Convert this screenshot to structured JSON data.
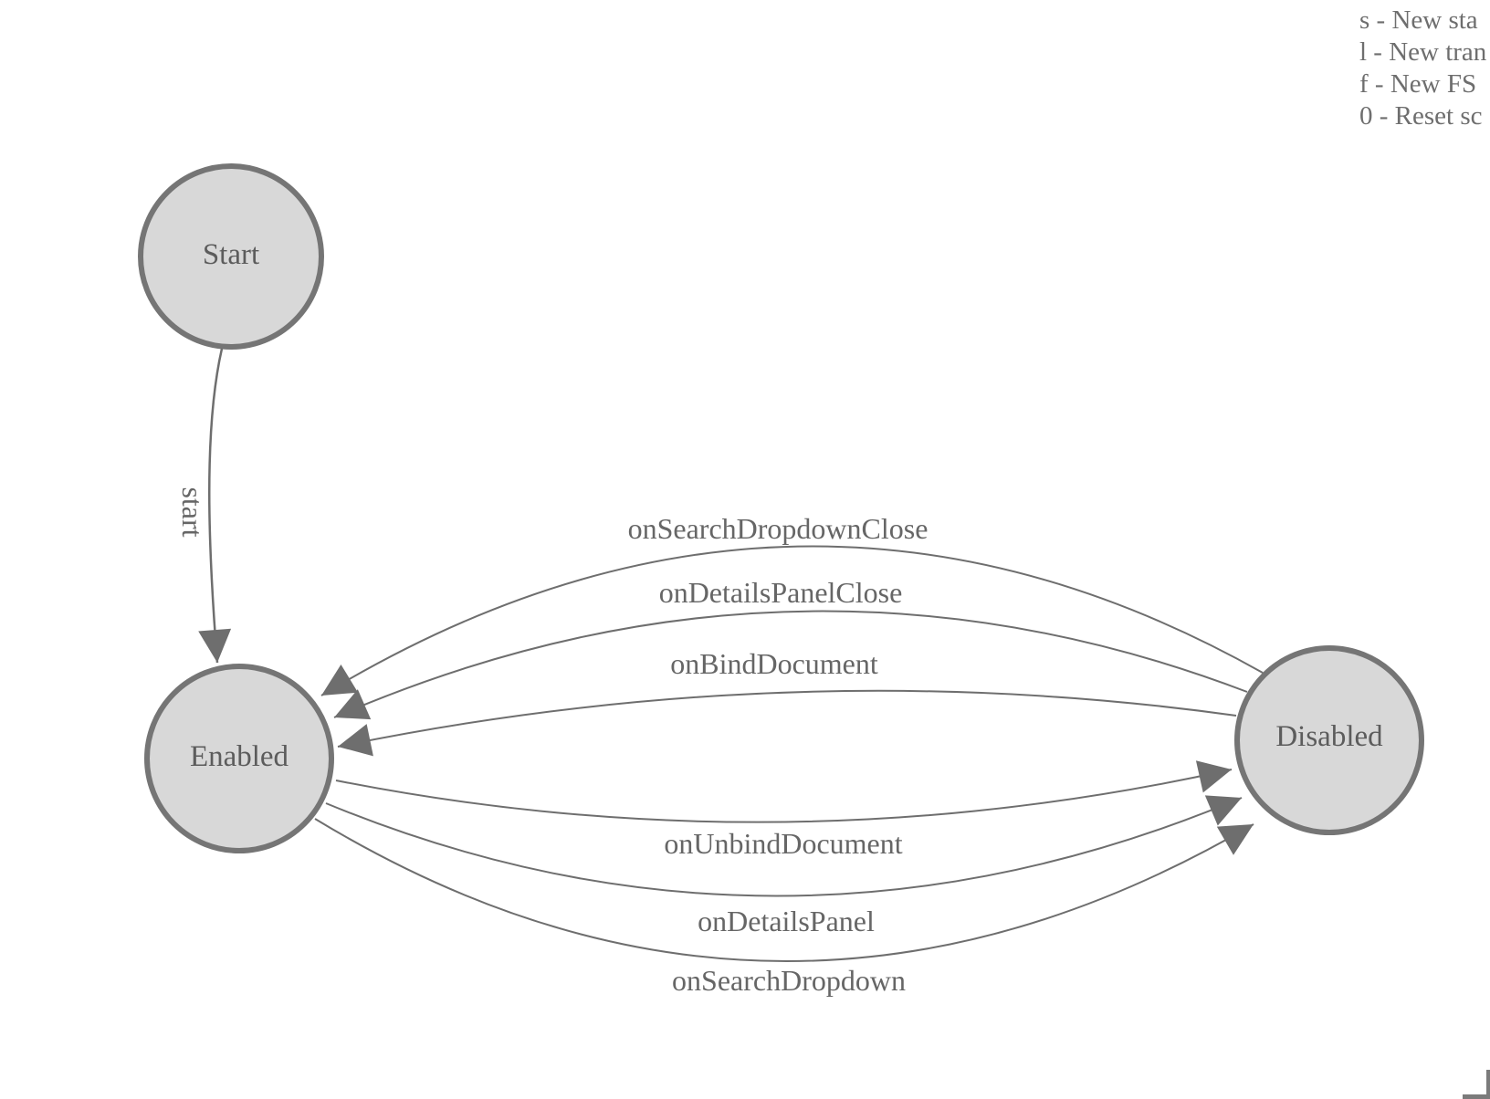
{
  "diagram": {
    "states": [
      {
        "id": "start",
        "label": "Start"
      },
      {
        "id": "enabled",
        "label": "Enabled"
      },
      {
        "id": "disabled",
        "label": "Disabled"
      }
    ],
    "transitions": [
      {
        "label": "start",
        "from": "Start",
        "to": "Enabled"
      },
      {
        "label": "onSearchDropdownClose",
        "from": "Disabled",
        "to": "Enabled"
      },
      {
        "label": "onDetailsPanelClose",
        "from": "Disabled",
        "to": "Enabled"
      },
      {
        "label": "onBindDocument",
        "from": "Disabled",
        "to": "Enabled"
      },
      {
        "label": "onUnbindDocument",
        "from": "Enabled",
        "to": "Disabled"
      },
      {
        "label": "onDetailsPanel",
        "from": "Enabled",
        "to": "Disabled"
      },
      {
        "label": "onSearchDropdown",
        "from": "Enabled",
        "to": "Disabled"
      }
    ]
  },
  "legend": {
    "items": [
      {
        "label": "s - New sta"
      },
      {
        "label": "l - New tran"
      },
      {
        "label": "f - New FS"
      },
      {
        "label": "0 - Reset sc"
      }
    ]
  },
  "colors": {
    "state_fill": "#d8d8d8",
    "state_stroke": "#757575",
    "edge": "#6e6e6e",
    "state_text": "#5c5c5c",
    "edge_text": "#666666",
    "legend_text": "#6e6e6e"
  }
}
